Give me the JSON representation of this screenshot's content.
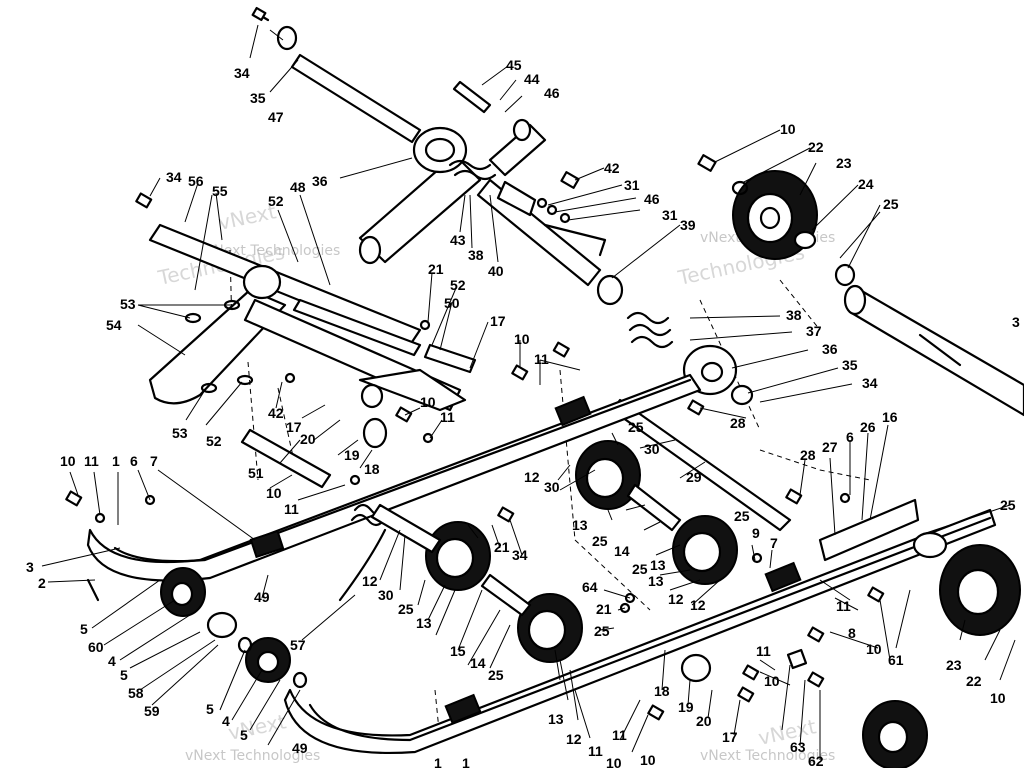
{
  "watermark": {
    "line1": "vNext",
    "line2": "vNext Technologies",
    "line3": "Technologies"
  },
  "callouts": [
    {
      "id": "c01",
      "text": "34"
    },
    {
      "id": "c02",
      "text": "35"
    },
    {
      "id": "c03",
      "text": "47"
    },
    {
      "id": "c04",
      "text": "45"
    },
    {
      "id": "c05",
      "text": "44"
    },
    {
      "id": "c06",
      "text": "46"
    },
    {
      "id": "c07",
      "text": "36"
    },
    {
      "id": "c08",
      "text": "42"
    },
    {
      "id": "c09",
      "text": "31"
    },
    {
      "id": "c10",
      "text": "46"
    },
    {
      "id": "c11",
      "text": "31"
    },
    {
      "id": "c12",
      "text": "10"
    },
    {
      "id": "c13",
      "text": "22"
    },
    {
      "id": "c14",
      "text": "23"
    },
    {
      "id": "c15",
      "text": "24"
    },
    {
      "id": "c16",
      "text": "25"
    },
    {
      "id": "c17",
      "text": "34"
    },
    {
      "id": "c18",
      "text": "56"
    },
    {
      "id": "c19",
      "text": "55"
    },
    {
      "id": "c20",
      "text": "52"
    },
    {
      "id": "c21",
      "text": "48"
    },
    {
      "id": "c22",
      "text": "43"
    },
    {
      "id": "c23",
      "text": "38"
    },
    {
      "id": "c24",
      "text": "40"
    },
    {
      "id": "c25",
      "text": "39"
    },
    {
      "id": "c26",
      "text": "21"
    },
    {
      "id": "c27",
      "text": "52"
    },
    {
      "id": "c28",
      "text": "50"
    },
    {
      "id": "c29",
      "text": "17"
    },
    {
      "id": "c30",
      "text": "38"
    },
    {
      "id": "c31",
      "text": "37"
    },
    {
      "id": "c32",
      "text": "36"
    },
    {
      "id": "c33",
      "text": "35"
    },
    {
      "id": "c34",
      "text": "34"
    },
    {
      "id": "c35",
      "text": "53"
    },
    {
      "id": "c36",
      "text": "54"
    },
    {
      "id": "c37",
      "text": "10"
    },
    {
      "id": "c38",
      "text": "11"
    },
    {
      "id": "c39",
      "text": "53"
    },
    {
      "id": "c40",
      "text": "52"
    },
    {
      "id": "c41",
      "text": "42"
    },
    {
      "id": "c42",
      "text": "17"
    },
    {
      "id": "c43",
      "text": "10"
    },
    {
      "id": "c44",
      "text": "11"
    },
    {
      "id": "c45",
      "text": "20"
    },
    {
      "id": "c46",
      "text": "19"
    },
    {
      "id": "c47",
      "text": "18"
    },
    {
      "id": "c48",
      "text": "51"
    },
    {
      "id": "c49",
      "text": "10"
    },
    {
      "id": "c50",
      "text": "11"
    },
    {
      "id": "c51",
      "text": "28"
    },
    {
      "id": "c52",
      "text": "25"
    },
    {
      "id": "c53",
      "text": "30"
    },
    {
      "id": "c54",
      "text": "12"
    },
    {
      "id": "c55",
      "text": "30"
    },
    {
      "id": "c56",
      "text": "29"
    },
    {
      "id": "c57",
      "text": "28"
    },
    {
      "id": "c58",
      "text": "27"
    },
    {
      "id": "c59",
      "text": "6"
    },
    {
      "id": "c60",
      "text": "26"
    },
    {
      "id": "c61",
      "text": "16"
    },
    {
      "id": "c62",
      "text": "10"
    },
    {
      "id": "c63",
      "text": "11"
    },
    {
      "id": "c64",
      "text": "1"
    },
    {
      "id": "c65",
      "text": "6"
    },
    {
      "id": "c66",
      "text": "7"
    },
    {
      "id": "c67",
      "text": "3"
    },
    {
      "id": "c68",
      "text": "2"
    },
    {
      "id": "c69",
      "text": "5"
    },
    {
      "id": "c70",
      "text": "60"
    },
    {
      "id": "c71",
      "text": "4"
    },
    {
      "id": "c72",
      "text": "5"
    },
    {
      "id": "c73",
      "text": "58"
    },
    {
      "id": "c74",
      "text": "59"
    },
    {
      "id": "c75",
      "text": "5"
    },
    {
      "id": "c76",
      "text": "4"
    },
    {
      "id": "c77",
      "text": "5"
    },
    {
      "id": "c78",
      "text": "49"
    },
    {
      "id": "c79",
      "text": "49"
    },
    {
      "id": "c80",
      "text": "57"
    },
    {
      "id": "c81",
      "text": "12"
    },
    {
      "id": "c82",
      "text": "30"
    },
    {
      "id": "c83",
      "text": "25"
    },
    {
      "id": "c84",
      "text": "13"
    },
    {
      "id": "c85",
      "text": "21"
    },
    {
      "id": "c86",
      "text": "34"
    },
    {
      "id": "c87",
      "text": "13"
    },
    {
      "id": "c88",
      "text": "25"
    },
    {
      "id": "c89",
      "text": "14"
    },
    {
      "id": "c90",
      "text": "25"
    },
    {
      "id": "c91",
      "text": "13"
    },
    {
      "id": "c92",
      "text": "25"
    },
    {
      "id": "c93",
      "text": "9"
    },
    {
      "id": "c94",
      "text": "7"
    },
    {
      "id": "c95",
      "text": "12"
    },
    {
      "id": "c96",
      "text": "64"
    },
    {
      "id": "c97",
      "text": "21"
    },
    {
      "id": "c98",
      "text": "25"
    },
    {
      "id": "c99",
      "text": "15"
    },
    {
      "id": "c100",
      "text": "14"
    },
    {
      "id": "c101",
      "text": "25"
    },
    {
      "id": "c102",
      "text": "13"
    },
    {
      "id": "c103",
      "text": "12"
    },
    {
      "id": "c104",
      "text": "11"
    },
    {
      "id": "c105",
      "text": "10"
    },
    {
      "id": "c106",
      "text": "18"
    },
    {
      "id": "c107",
      "text": "19"
    },
    {
      "id": "c108",
      "text": "20"
    },
    {
      "id": "c109",
      "text": "17"
    },
    {
      "id": "c110",
      "text": "11"
    },
    {
      "id": "c111",
      "text": "10"
    },
    {
      "id": "c112",
      "text": "11"
    },
    {
      "id": "c113",
      "text": "8"
    },
    {
      "id": "c114",
      "text": "10"
    },
    {
      "id": "c115",
      "text": "61"
    },
    {
      "id": "c116",
      "text": "63"
    },
    {
      "id": "c117",
      "text": "62"
    },
    {
      "id": "c118",
      "text": "25"
    },
    {
      "id": "c119",
      "text": "23"
    },
    {
      "id": "c120",
      "text": "22"
    },
    {
      "id": "c121",
      "text": "10"
    },
    {
      "id": "c122",
      "text": "3"
    },
    {
      "id": "c123",
      "text": "10"
    },
    {
      "id": "c124",
      "text": "11"
    },
    {
      "id": "c125",
      "text": "1"
    },
    {
      "id": "c126",
      "text": "1"
    },
    {
      "id": "c127",
      "text": "13"
    },
    {
      "id": "c128",
      "text": "12"
    }
  ]
}
